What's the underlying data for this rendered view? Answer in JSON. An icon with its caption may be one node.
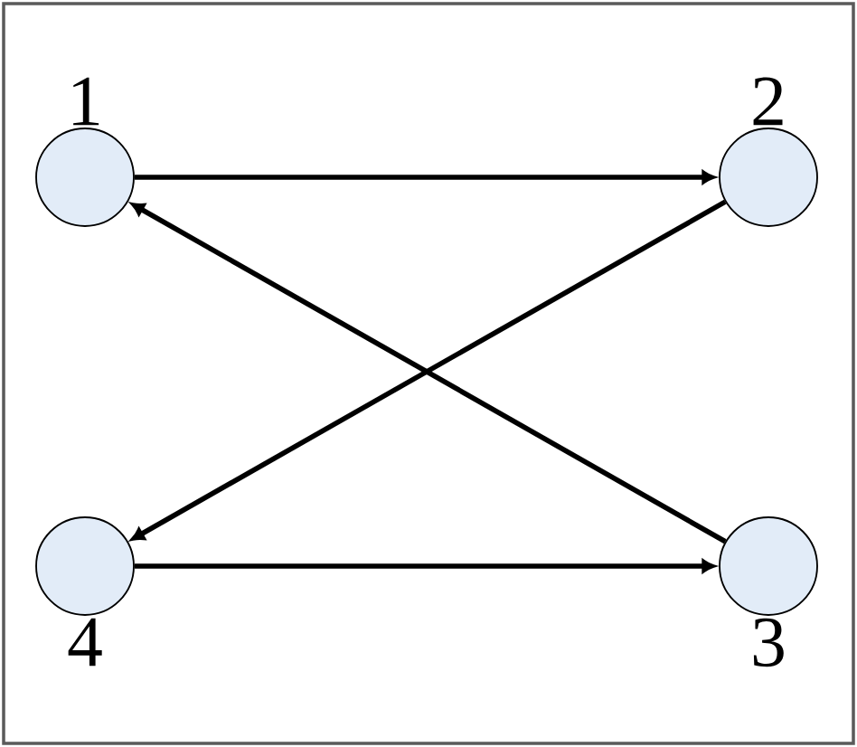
{
  "diagram": {
    "nodes": [
      {
        "text": [
          "1"
        ]
      },
      {
        "text": [
          "2"
        ]
      },
      {
        "text": [
          "3"
        ]
      },
      {
        "text": [
          "4"
        ]
      }
    ],
    "edges": [
      {
        "from": 0,
        "to": 1,
        "arrow": "to"
      },
      {
        "from": 2,
        "to": 0,
        "arrow": "to"
      },
      {
        "from": 1,
        "to": 3,
        "arrow": "to"
      },
      {
        "from": 3,
        "to": 2,
        "arrow": "to"
      }
    ]
  }
}
